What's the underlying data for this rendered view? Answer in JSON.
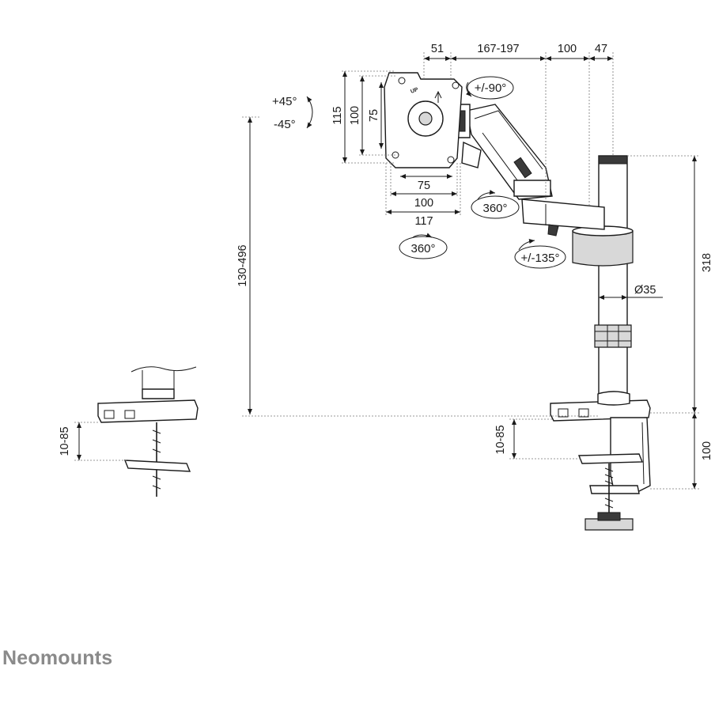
{
  "brand": "Neomounts",
  "dimensions": {
    "d51": "51",
    "d167_197": "167-197",
    "d100_top": "100",
    "d47": "47",
    "vesa_115": "115",
    "vesa_100v": "100",
    "vesa_75v": "75",
    "vesa_75h": "75",
    "vesa_100h": "100",
    "vesa_117": "117",
    "height_130_496": "130-496",
    "pole_318": "318",
    "clamp_100": "100",
    "diameter_35": "Ø35",
    "clamp_10_85_left": "10-85",
    "clamp_10_85_right": "10-85"
  },
  "rotations": {
    "tilt_up": "+45°",
    "tilt_down": "-45°",
    "swivel_head": "+/-90°",
    "rotate_arm": "360°",
    "rotate_plate": "360°",
    "swivel_base": "+/-135°"
  },
  "labels": {
    "up": "UP"
  }
}
